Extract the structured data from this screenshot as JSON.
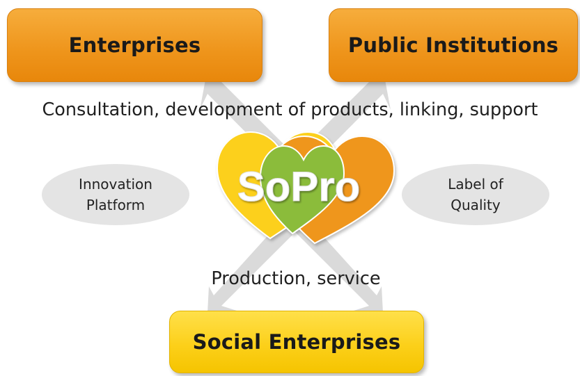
{
  "boxes": {
    "enterprises": "Enterprises",
    "public_institutions": "Public Institutions",
    "social_enterprises": "Social Enterprises"
  },
  "labels": {
    "top_arrows": "Consultation, development of products, linking, support",
    "bottom_arrows": "Production, service"
  },
  "side_items": {
    "left_line1": "Innovation",
    "left_line2": "Platform",
    "right_line1": "Label of",
    "right_line2": "Quality"
  },
  "logo": {
    "text": "SoPro",
    "colors": {
      "yellow": "#fcd01a",
      "green": "#8bbc3a",
      "orange": "#ef961d"
    }
  },
  "colors": {
    "box_orange": "#ef961d",
    "box_yellow": "#fcd01a",
    "arrow_gray": "#dadada",
    "ellipse_gray": "#e4e4e4"
  }
}
